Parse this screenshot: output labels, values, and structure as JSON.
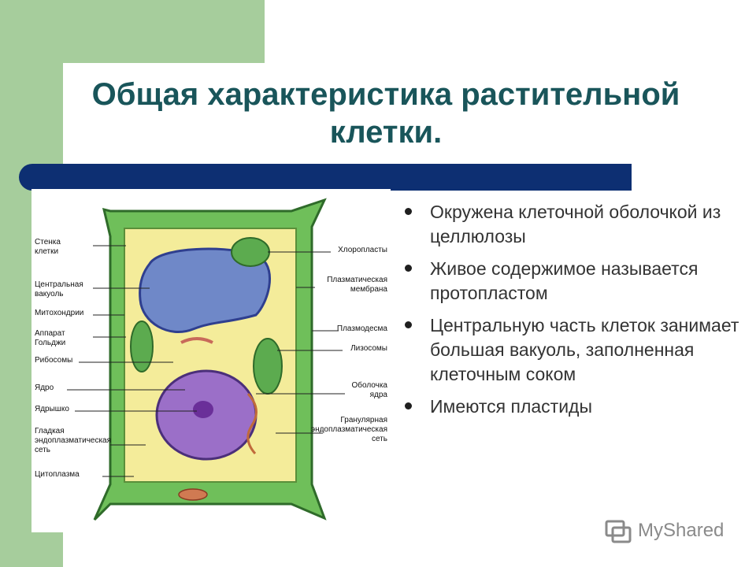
{
  "slide": {
    "title_lines": [
      "Общая характеристика растительной",
      "клетки."
    ],
    "bullets": [
      "Окружена клеточной оболочкой из целлюлозы",
      "Живое содержимое называется протопластом",
      "Центральную часть клеток занимает большая вакуоль, заполненная клеточным соком",
      "Имеются пластиды"
    ]
  },
  "diagram": {
    "labels_left": [
      "Стенка\nклетки",
      "Центральная\nвакуоль",
      "Митохондрии",
      "Аппарат\nГольджи",
      "Рибосомы",
      "Ядро",
      "Ядрышко",
      "Гладкая\nэндоплазматическая\nсеть",
      "Цитоплазма"
    ],
    "labels_right": [
      "Хлоропласты",
      "Плазматическая\nмембрана",
      "Плазмодесма",
      "Лизосомы",
      "Оболочка\nядра",
      "Гранулярная\nэндоплазматическая\nсеть"
    ]
  },
  "logo": {
    "text": "MyShared",
    "icon": "myshared-logo-icon"
  },
  "colors": {
    "decor_green": "#a6cd9c",
    "title": "#19555a",
    "bar": "#0d2f72",
    "cell_wall": "#6fbf5a",
    "cytoplasm": "#f4ec9a",
    "vacuole": "#6f88c8",
    "nucleus": "#9b6fc8"
  }
}
